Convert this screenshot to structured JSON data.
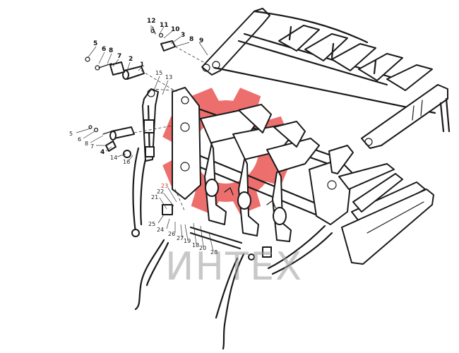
{
  "watermark": {
    "text": "ИНТЕХ",
    "gear_color": "#e53935"
  },
  "callouts": [
    {
      "id": "c12",
      "text": "12"
    },
    {
      "id": "c11",
      "text": "11"
    },
    {
      "id": "c10",
      "text": "10"
    },
    {
      "id": "c3a",
      "text": "3"
    },
    {
      "id": "c8a",
      "text": "8"
    },
    {
      "id": "c9a",
      "text": "9"
    },
    {
      "id": "c5a",
      "text": "5"
    },
    {
      "id": "c6a",
      "text": "6"
    },
    {
      "id": "c8b",
      "text": "8"
    },
    {
      "id": "c7a",
      "text": "7"
    },
    {
      "id": "c2a",
      "text": "2"
    },
    {
      "id": "c1a",
      "text": "1"
    },
    {
      "id": "c15",
      "text": "15"
    },
    {
      "id": "c13",
      "text": "13"
    },
    {
      "id": "c5b",
      "text": "5"
    },
    {
      "id": "c6b",
      "text": "6"
    },
    {
      "id": "c8c",
      "text": "8"
    },
    {
      "id": "c7b",
      "text": "7"
    },
    {
      "id": "c4",
      "text": "4"
    },
    {
      "id": "c14",
      "text": "14"
    },
    {
      "id": "c16",
      "text": "16"
    },
    {
      "id": "c23",
      "text": "23"
    },
    {
      "id": "c22",
      "text": "22"
    },
    {
      "id": "c21",
      "text": "21"
    },
    {
      "id": "c25",
      "text": "25"
    },
    {
      "id": "c24",
      "text": "24"
    },
    {
      "id": "c26",
      "text": "26"
    },
    {
      "id": "c27",
      "text": "27"
    },
    {
      "id": "c19",
      "text": "19"
    },
    {
      "id": "c18",
      "text": "18"
    },
    {
      "id": "c20",
      "text": "20"
    },
    {
      "id": "c28",
      "text": "28"
    }
  ]
}
